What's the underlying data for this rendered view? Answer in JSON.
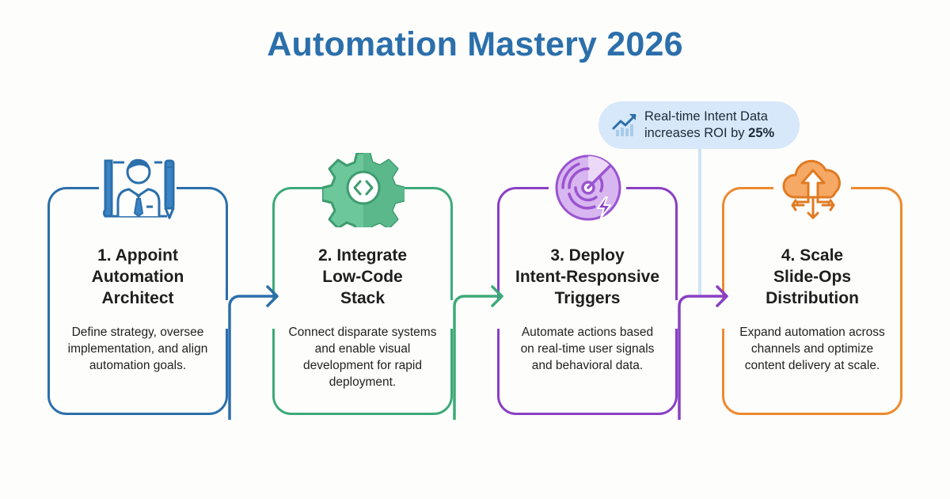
{
  "title": "Automation Mastery 2026",
  "callout": {
    "icon": "trending-up-chart-icon",
    "line1": "Real-time Intent Data",
    "line2_prefix": "increases ROI by ",
    "line2_highlight": "25%"
  },
  "colors": {
    "title": "#2b6fab",
    "step1": "#2b6fab",
    "step2": "#3daa78",
    "step3": "#8a3fc4",
    "step4": "#ee8a2e",
    "callout_bg": "#d6e8f9"
  },
  "steps": [
    {
      "icon": "architect-person-icon",
      "title_lines": [
        "1. Appoint",
        "Automation",
        "Architect"
      ],
      "description": "Define strategy, oversee implementation, and align automation goals."
    },
    {
      "icon": "code-gear-icon",
      "title_lines": [
        "2. Integrate",
        "Low-Code",
        "Stack"
      ],
      "description": "Connect disparate systems and enable visual development for rapid deployment."
    },
    {
      "icon": "radar-lightning-icon",
      "title_lines": [
        "3. Deploy",
        "Intent-Responsive",
        "Triggers"
      ],
      "description": "Automate actions based on real-time user signals and behavioral data."
    },
    {
      "icon": "cloud-distribution-icon",
      "title_lines": [
        "4. Scale",
        "Slide-Ops",
        "Distribution"
      ],
      "description": "Expand automation across channels and optimize content delivery at scale."
    }
  ]
}
